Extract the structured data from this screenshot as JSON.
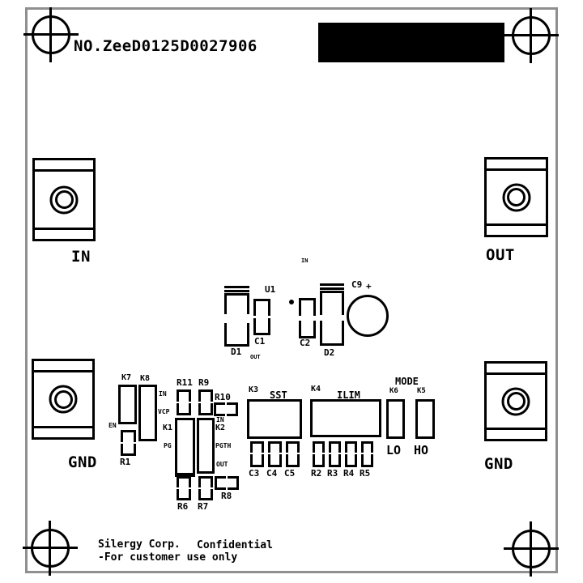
{
  "board": {
    "number": "NO.ZeeD0125D0027906",
    "company": "Silergy Corp.",
    "confidential": "Confidential",
    "notice": "-For customer use only"
  },
  "terminals": {
    "in": "IN",
    "out": "OUT",
    "gnd_left": "GND",
    "gnd_right": "GND"
  },
  "silkscreen": {
    "net_in_top": "IN",
    "u1": "U1",
    "d1": "D1",
    "c1": "C1",
    "net_out_c1": "OUT",
    "c2": "C2",
    "d2": "D2",
    "c9": "C9",
    "c9_plus": "+",
    "k7": "K7",
    "k8": "K8",
    "k8_in": "IN",
    "k8_vcp": "VCP",
    "en": "EN",
    "r1": "R1",
    "r11": "R11",
    "r9": "R9",
    "r10": "R10",
    "k1": "K1",
    "k1_pg": "PG",
    "k2": "K2",
    "k2_in": "IN",
    "k2_pgth": "PGTH",
    "k2_out": "OUT",
    "r6": "R6",
    "r7": "R7",
    "r8": "R8",
    "k3": "K3",
    "sst": "SST",
    "c3": "C3",
    "c4": "C4",
    "c5": "C5",
    "k4": "K4",
    "ilim": "ILIM",
    "r2": "R2",
    "r3": "R3",
    "r4": "R4",
    "r5": "R5",
    "mode": "MODE",
    "k6": "K6",
    "k5": "K5",
    "lo": "LO",
    "ho": "HO"
  },
  "colors": {
    "silkscreen": "#000000",
    "board_outline": "#8f8f8f",
    "background": "#ffffff",
    "redacted_block": "#000000"
  }
}
